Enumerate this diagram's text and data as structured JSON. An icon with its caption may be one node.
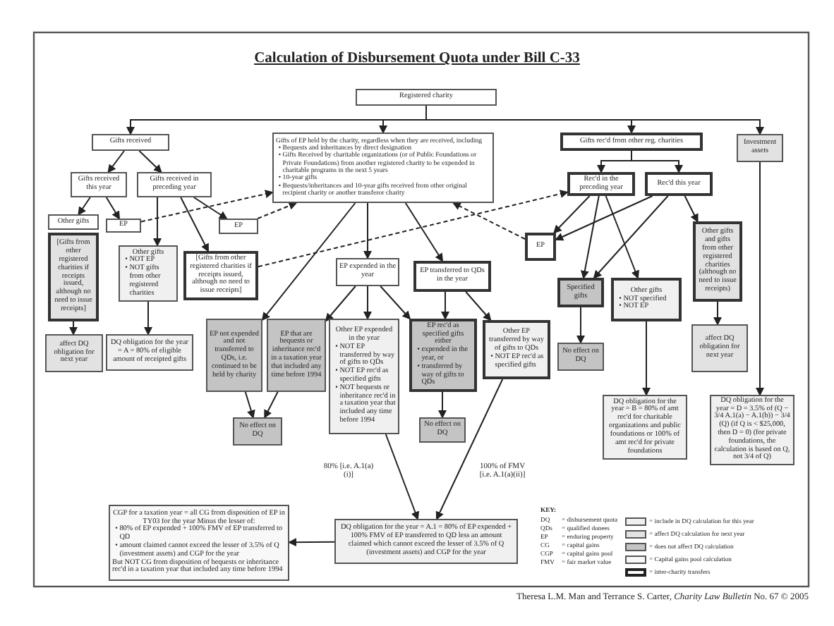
{
  "diagram": {
    "title": "Calculation of Disbursement Quota under Bill C-33",
    "caption": "Theresa L.M. Man and Terrance S. Carter, *Charity Law Bulletin* No. 67 © 2005",
    "nodes": [
      {
        "text": [
          "Registered charity"
        ]
      },
      {
        "text": [
          "Gifts received"
        ]
      },
      {
        "text": [
          "Gifts of EP held by the charity, regardless when they are received, including",
          "• Bequests and inheritances by direct designation",
          "• Gifts Received by charitable organizations (or of Public Foundations or Private Foundations) from another registered charity to be expended in charitable programs in the next 5 years",
          "• 10-year gifts",
          "• Bequests/inheritances and 10-year gifts received from other original recipient charity or another transferor charity"
        ]
      },
      {
        "text": [
          "Gifts rec'd from other reg. charities"
        ]
      },
      {
        "text": [
          "Investment assets"
        ]
      },
      {
        "text": [
          "Gifts received this year"
        ]
      },
      {
        "text": [
          "Gifts received in preceding year"
        ]
      },
      {
        "text": [
          "Rec'd in the preceding year"
        ]
      },
      {
        "text": [
          "Rec'd this year"
        ]
      },
      {
        "text": [
          "Other gifts"
        ]
      },
      {
        "text": [
          "EP"
        ]
      },
      {
        "text": [
          "EP"
        ]
      },
      {
        "text": [
          "[Gifts from other registered charities if receipts issued, although no need to issue receipts]"
        ]
      },
      {
        "text": [
          "Other gifts",
          "• NOT EP",
          "• NOT gifts from other registered charities"
        ]
      },
      {
        "text": [
          "[Gifts from other registered charities if receipts issued, although no need to issue receipts]"
        ]
      },
      {
        "text": [
          "EP"
        ]
      },
      {
        "text": [
          "Other gifts and gifts from other registered charities (although no need to issue receipts)"
        ]
      },
      {
        "text": [
          "EP expended in the year"
        ]
      },
      {
        "text": [
          "EP transferred to QDs in the year"
        ]
      },
      {
        "text": [
          "Specified gifts"
        ]
      },
      {
        "text": [
          "Other gifts",
          "• NOT specified",
          "• NOT EP"
        ]
      },
      {
        "text": [
          "affect DQ obligation for next year"
        ]
      },
      {
        "text": [
          "DQ obligation for the year = A = 80% of eligible amount of receipted gifts"
        ]
      },
      {
        "text": [
          "EP not expended and not transferred to QDs, i.e. continued to be held by charity"
        ]
      },
      {
        "text": [
          "EP that are bequests or inheritance rec'd in a taxation year that included any time before 1994"
        ]
      },
      {
        "text": [
          "Other EP expended in the year",
          "• NOT EP transferred by way of gifts to QDs",
          "• NOT EP rec'd as specified gifts",
          "• NOT bequests or inheritance rec'd in a taxation year that included any time before 1994"
        ]
      },
      {
        "text": [
          "EP rec'd as specified gifts either",
          "• expended in the year, or",
          "• transferred by way of gifts to QDs"
        ]
      },
      {
        "text": [
          "Other EP transferred by way of gifts to QDs",
          "• NOT EP rec'd as specified gifts"
        ]
      },
      {
        "text": [
          "No effect on DQ"
        ]
      },
      {
        "text": [
          "affect DQ obligation for next year"
        ]
      },
      {
        "text": [
          "No effect on DQ"
        ]
      },
      {
        "text": [
          "No effect on DQ"
        ]
      },
      {
        "text": [
          "DQ obligation for the year = B = 80% of amt rec'd for charitable organizations and public foundations or 100% of amt rec'd for private foundations"
        ]
      },
      {
        "text": [
          "DQ obligation for the year = D = 3.5% of (Q − 3/4 A.1(a) − A.1(b)) − 3/4 (Q) (if Q is < $25,000, then D = 0) (for private foundations, the calculation is based on Q, not 3/4 of Q)"
        ]
      },
      {
        "text": [
          "DQ obligation for the year = A.1 = 80% of EP expended + 100% FMV of EP transferred to QD less an amount claimed which cannot exceed the lesser of 3.5% of Q (investment assets) and CGP for the year"
        ]
      },
      {
        "text": [
          "CGP for a taxation year = all CG from disposition of EP in TY03 for the year Minus the lesser of:",
          "• 80% of EP expended + 100% FMV of EP transferred to QD",
          "• amount claimed cannot exceed the lesser of 3.5% of Q (investment assets) and CGP for the year",
          "But NOT CG from disposition of bequests or inheritance rec'd in a taxation year that included any time before 1994"
        ]
      }
    ],
    "edges": [
      {
        "from": 0,
        "to": 1,
        "arrow": "to"
      },
      {
        "from": 0,
        "to": 2,
        "arrow": "to"
      },
      {
        "from": 0,
        "to": 3,
        "arrow": "to"
      },
      {
        "from": 0,
        "to": 4,
        "arrow": "to"
      },
      {
        "from": 1,
        "to": 5,
        "arrow": "to"
      },
      {
        "from": 1,
        "to": 6,
        "arrow": "to"
      },
      {
        "from": 3,
        "to": 7,
        "arrow": "to"
      },
      {
        "from": 3,
        "to": 8,
        "arrow": "to"
      },
      {
        "from": 5,
        "to": 9,
        "arrow": "to"
      },
      {
        "from": 5,
        "to": 10,
        "arrow": "to"
      },
      {
        "from": 6,
        "to": 13,
        "arrow": "to"
      },
      {
        "from": 6,
        "to": 14,
        "arrow": "to"
      },
      {
        "from": 6,
        "to": 11,
        "arrow": "to"
      },
      {
        "from": 10,
        "to": 2,
        "arrow": "to",
        "style": "dashed"
      },
      {
        "from": 11,
        "to": 2,
        "arrow": "to",
        "style": "dashed"
      },
      {
        "from": 14,
        "to": 7,
        "arrow": "to",
        "style": "dashed"
      },
      {
        "from": 15,
        "to": 2,
        "arrow": "to",
        "style": "dashed"
      },
      {
        "from": 2,
        "to": 23,
        "arrow": "to"
      },
      {
        "from": 2,
        "to": 17,
        "arrow": "to"
      },
      {
        "from": 2,
        "to": 18,
        "arrow": "to"
      },
      {
        "from": 7,
        "to": 15,
        "arrow": "to"
      },
      {
        "from": 7,
        "to": 19,
        "arrow": "to"
      },
      {
        "from": 7,
        "to": 20,
        "arrow": "to"
      },
      {
        "from": 8,
        "to": 15,
        "arrow": "to"
      },
      {
        "from": 8,
        "to": 19,
        "arrow": "to"
      },
      {
        "from": 8,
        "to": 16,
        "arrow": "to"
      },
      {
        "from": 12,
        "to": 21,
        "arrow": "to"
      },
      {
        "from": 13,
        "to": 22,
        "arrow": "to"
      },
      {
        "from": 17,
        "to": 24,
        "arrow": "to"
      },
      {
        "from": 17,
        "to": 25,
        "arrow": "to"
      },
      {
        "from": 17,
        "to": 26,
        "arrow": "to"
      },
      {
        "from": 18,
        "to": 26,
        "arrow": "to"
      },
      {
        "from": 18,
        "to": 27,
        "arrow": "to"
      },
      {
        "from": 19,
        "to": 28,
        "arrow": "to"
      },
      {
        "from": 20,
        "to": 32,
        "arrow": "to"
      },
      {
        "from": 16,
        "to": 29,
        "arrow": "to"
      },
      {
        "from": 4,
        "to": 33,
        "arrow": "to"
      },
      {
        "from": 23,
        "to": 30,
        "arrow": "to"
      },
      {
        "from": 24,
        "to": 30,
        "arrow": "to"
      },
      {
        "from": 26,
        "to": 31,
        "arrow": "to"
      },
      {
        "from": 25,
        "to": 34,
        "arrow": "to",
        "label": "80% [i.e. A.1(a)(i)]"
      },
      {
        "from": 27,
        "to": 34,
        "arrow": "to",
        "label": "100% of FMV [i.e. A.1(a)(ii)]"
      },
      {
        "from": 34,
        "to": 35,
        "arrow": "to"
      }
    ],
    "labels": [
      "KEY:",
      "DQ",
      "= disbursement quota",
      "QDs",
      "= qualified donees",
      "EP",
      "= enduring property",
      "CG",
      "= capital gains",
      "CGP",
      "= capital gains pool",
      "FMV",
      "= fair market value"
    ],
    "legend": [
      {
        "text": "= include in DQ calculation for this year",
        "color": "#f0f0f0"
      },
      {
        "text": "= affect DQ calculation for next year",
        "color": "#e2e2e2"
      },
      {
        "text": "= does not affect DQ calculation",
        "color": "#c4c4c4"
      },
      {
        "text": "= Capital gains pool calculation",
        "color": "#f8f8f8"
      },
      {
        "text": "= inter-charity transfers"
      }
    ]
  }
}
